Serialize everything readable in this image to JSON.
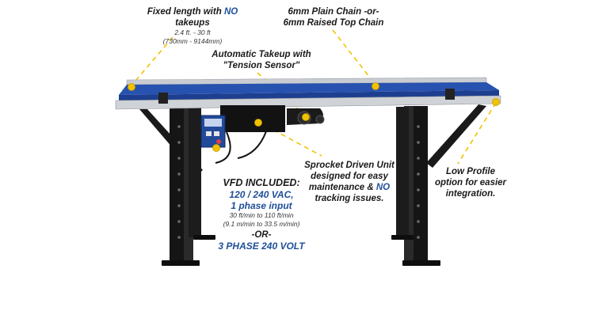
{
  "callouts": {
    "fixed_length": {
      "prefix": "Fixed length with ",
      "emph": "NO",
      "suffix": " takeups",
      "sub1": "2.4 ft. - 30 ft",
      "sub2": "(730mm - 9144mm)"
    },
    "chain": {
      "line1": "6mm Plain Chain -or-",
      "line2": "6mm Raised Top Chain"
    },
    "takeup": {
      "line1": "Automatic Takeup with",
      "line2": "\"Tension Sensor\""
    },
    "sprocket": {
      "line1": "Sprocket Driven Unit",
      "line2": "designed for easy",
      "line3_prefix": "maintenance & ",
      "line3_emph": "NO",
      "line4": "tracking issues."
    },
    "low_profile": {
      "line1": "Low Profile",
      "line2": "option for easier",
      "line3": "integration."
    },
    "vfd": {
      "title": "VFD INCLUDED:",
      "voltage": "120 / 240 VAC,",
      "phase": "1 phase input",
      "speed_ft": "30 ft/min to 110 ft/min",
      "speed_m": "(9.1 m/min to 33.5 m/min)",
      "or": "-OR-",
      "three_phase": "3 PHASE 240 VOLT"
    }
  },
  "colors": {
    "belt": "#1e3f8f",
    "frame": "#111111",
    "rail": "#c9ccd1",
    "marker": "#f2c200",
    "leader": "#f2c200",
    "accent_text": "#1f4f99"
  }
}
